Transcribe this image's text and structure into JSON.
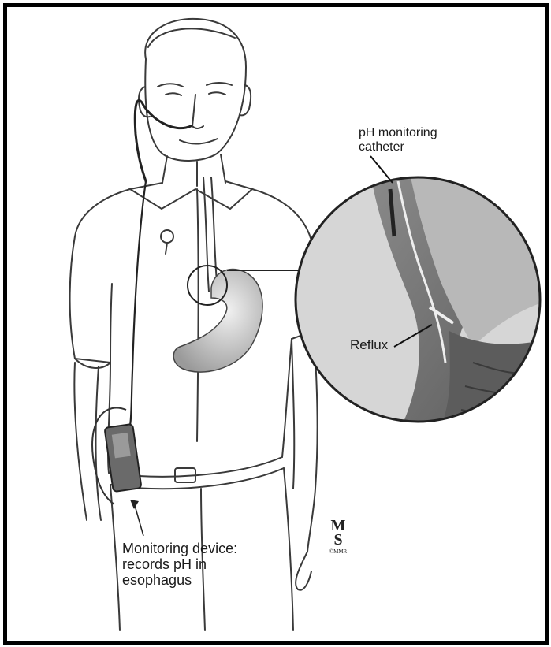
{
  "figure": {
    "labels": {
      "catheter": [
        "pH monitoring",
        "catheter"
      ],
      "reflux": "Reflux",
      "device": [
        "Monitoring device:",
        "records pH in",
        "esophagus"
      ]
    },
    "signature": {
      "initials_top": "M",
      "initials_bottom": "S",
      "mark": "©MMR"
    },
    "colors": {
      "frame": "#000000",
      "line_art": "#3a3a3a",
      "tissue_dark": "#707070",
      "tissue_light": "#c8c8c8"
    }
  }
}
